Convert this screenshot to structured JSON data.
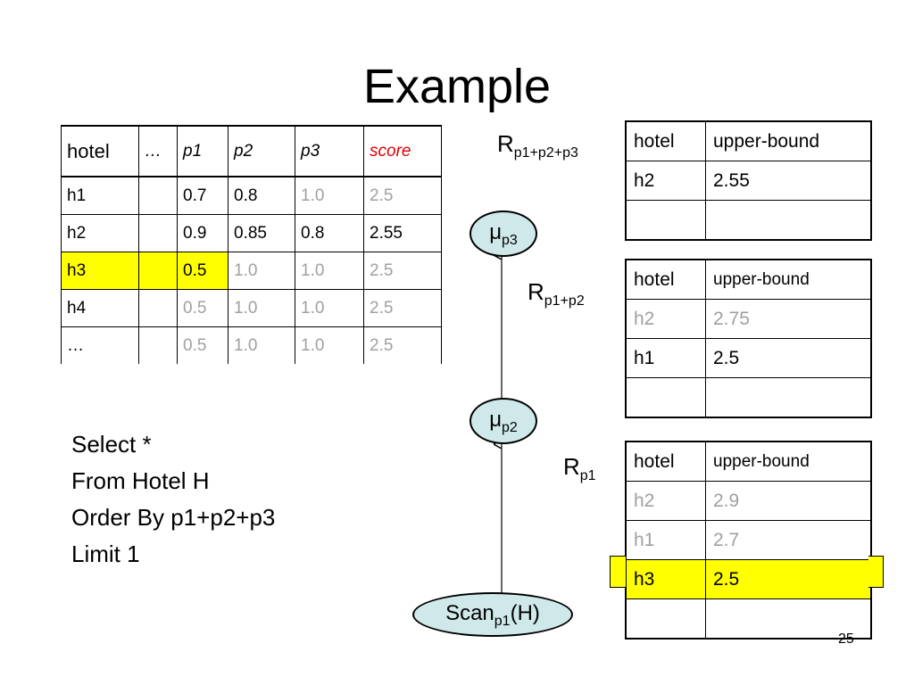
{
  "title": "Example",
  "main_table": {
    "headers": [
      "hotel",
      "…",
      "p1",
      "p2",
      "p3",
      "score"
    ],
    "rows": [
      [
        "h1",
        "",
        "0.7",
        "0.8",
        "1.0",
        "2.5"
      ],
      [
        "h2",
        "",
        "0.9",
        "0.85",
        "0.8",
        "2.55"
      ],
      [
        "h3",
        "",
        "0.5",
        "1.0",
        "1.0",
        "2.5"
      ],
      [
        "h4",
        "",
        "0.5",
        "1.0",
        "1.0",
        "2.5"
      ],
      [
        "…",
        "",
        "0.5",
        "1.0",
        "1.0",
        "2.5"
      ]
    ]
  },
  "r_top": {
    "label": "R",
    "sub": "p1+p2+p3",
    "headers": [
      "hotel",
      "upper-bound"
    ],
    "rows": [
      [
        "h2",
        "2.55"
      ],
      [
        "",
        ""
      ]
    ]
  },
  "r_mid": {
    "label": "R",
    "sub": "p1+p2",
    "headers": [
      "hotel",
      "upper-bound"
    ],
    "rows": [
      [
        "h2",
        "2.75"
      ],
      [
        "h1",
        "2.5"
      ],
      [
        "",
        ""
      ]
    ]
  },
  "r_bot": {
    "label": "R",
    "sub": "p1",
    "headers": [
      "hotel",
      "upper-bound"
    ],
    "rows": [
      [
        "h2",
        "2.9"
      ],
      [
        "h1",
        "2.7"
      ],
      [
        "h3",
        "2.5"
      ],
      [
        "",
        ""
      ]
    ]
  },
  "nodes": {
    "mu_p3": {
      "symbol": "μ",
      "sub": "p3"
    },
    "mu_p2": {
      "symbol": "μ",
      "sub": "p2"
    },
    "scan": {
      "text": "Scan",
      "sub": "p1",
      "suffix": "(H)"
    }
  },
  "query": [
    "Select *",
    "From Hotel H",
    "Order By p1+p2+p3",
    "Limit 1"
  ],
  "page_number": "25",
  "colors": {
    "highlight": "#ffff00",
    "node_fill": "#cfe9ea",
    "score_header": "#e00000",
    "faded": "#a0a0a0"
  }
}
